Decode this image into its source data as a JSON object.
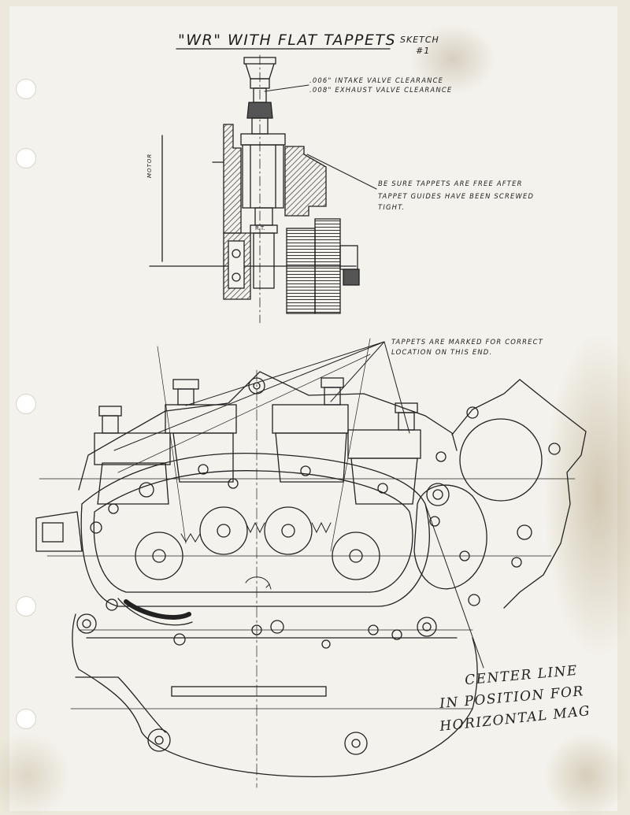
{
  "drawing": {
    "title": "\"WR\" WITH FLAT TAPPETS",
    "sketch_label": "SKETCH",
    "sketch_number": "#1",
    "clearance_notes": [
      ".006\" INTAKE VALVE CLEARANCE",
      ".008\" EXHAUST VALVE CLEARANCE"
    ],
    "tappet_guide_note": [
      "BE SURE TAPPETS ARE FREE AFTER",
      "TAPPET GUIDES HAVE BEEN SCREWED",
      "TIGHT."
    ],
    "tappet_marking_note": [
      "TAPPETS ARE MARKED FOR CORRECT",
      "LOCATION ON THIS END."
    ],
    "motor_label": "MOTOR",
    "tappet_mark": "R.T.",
    "handwritten_note": [
      "CENTER LINE",
      "IN POSITION FOR",
      "HORIZONTAL MAG"
    ]
  },
  "colors": {
    "paper": "#f4f2ec",
    "ink": "#1d1d1d",
    "stain": "#b9a98a"
  }
}
